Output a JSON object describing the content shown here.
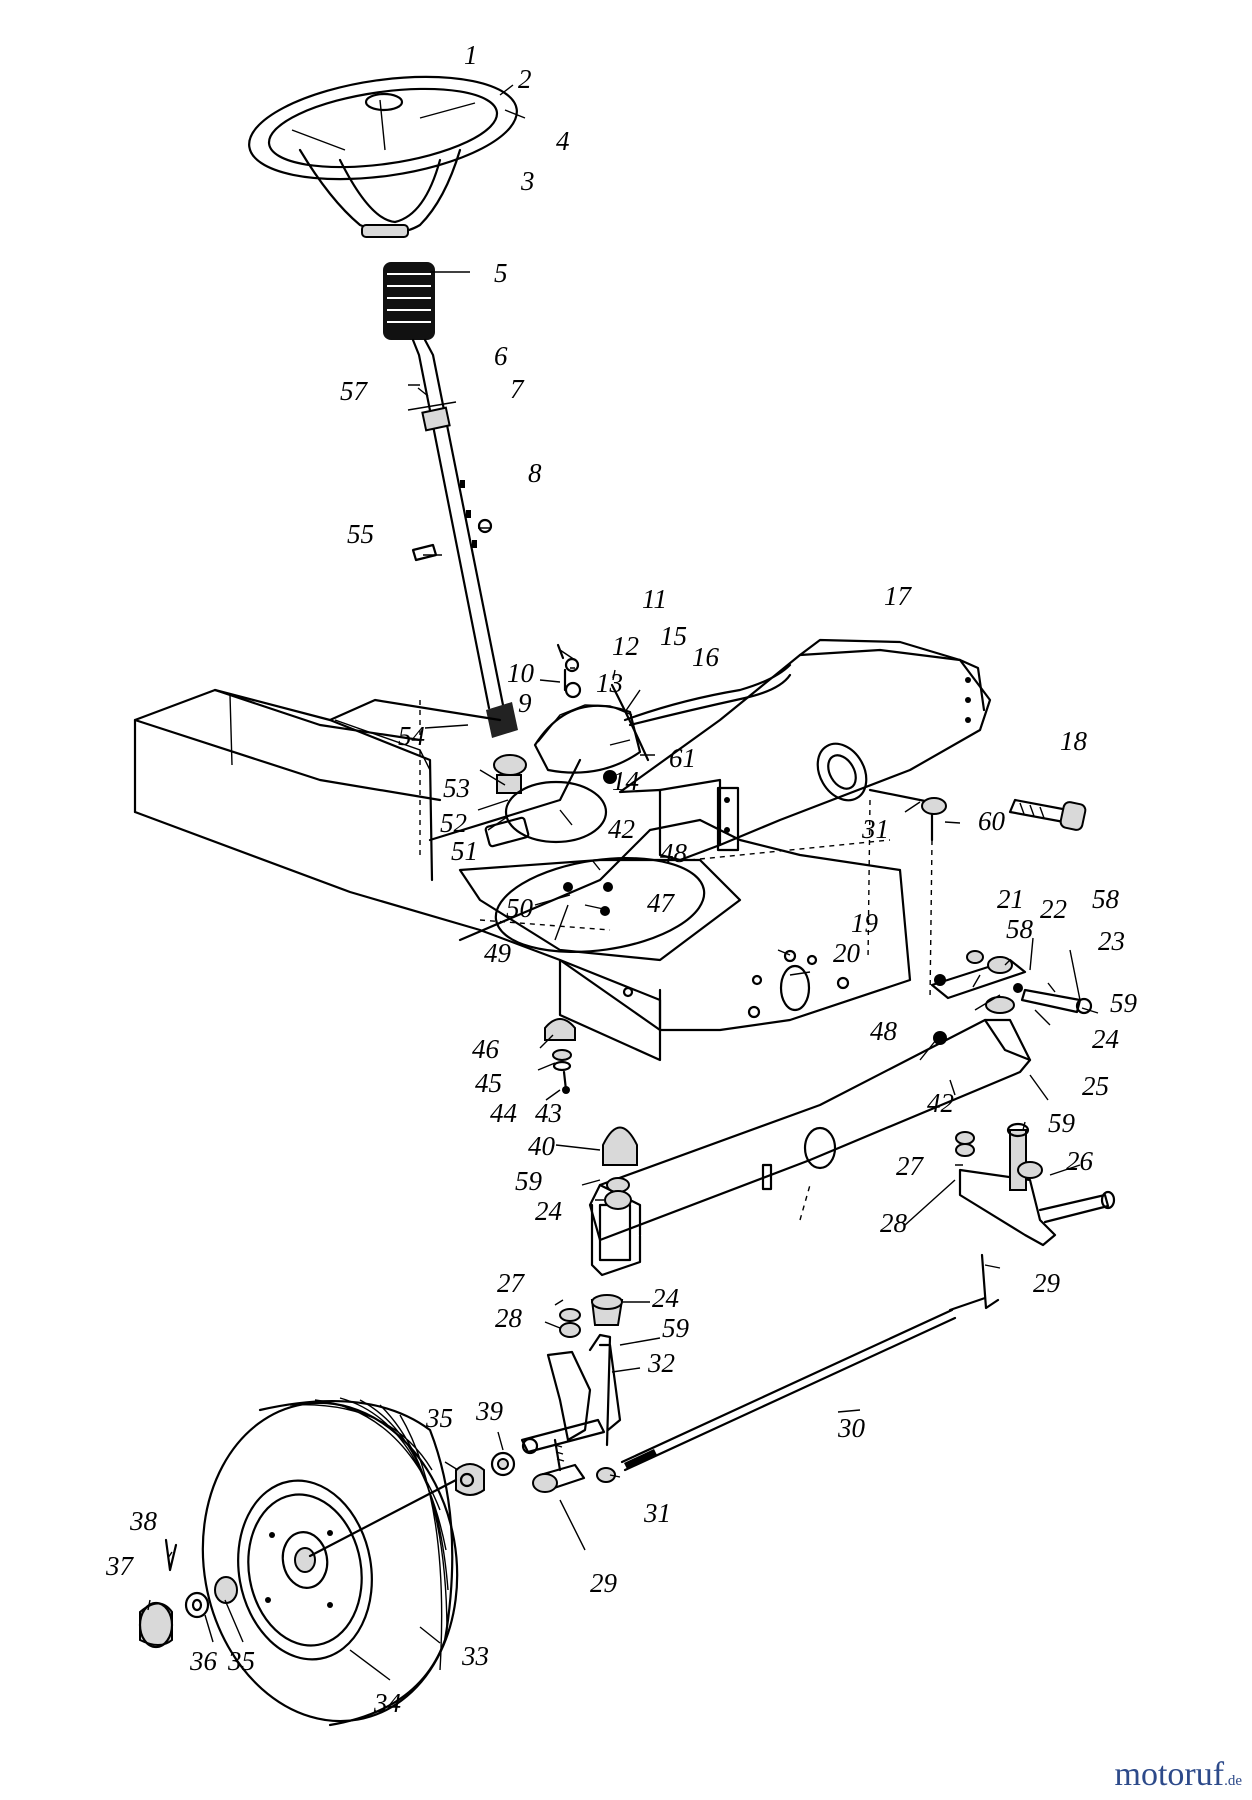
{
  "diagram": {
    "callouts": [
      {
        "id": "c1",
        "label": "1"
      },
      {
        "id": "c2",
        "label": "2"
      },
      {
        "id": "c3",
        "label": "3"
      },
      {
        "id": "c4",
        "label": "4"
      },
      {
        "id": "c5",
        "label": "5"
      },
      {
        "id": "c6",
        "label": "6"
      },
      {
        "id": "c7",
        "label": "7"
      },
      {
        "id": "c57",
        "label": "57"
      },
      {
        "id": "c8",
        "label": "8"
      },
      {
        "id": "c55",
        "label": "55"
      },
      {
        "id": "c11",
        "label": "11"
      },
      {
        "id": "c17",
        "label": "17"
      },
      {
        "id": "c12",
        "label": "12"
      },
      {
        "id": "c15",
        "label": "15"
      },
      {
        "id": "c16",
        "label": "16"
      },
      {
        "id": "c10",
        "label": "10"
      },
      {
        "id": "c13",
        "label": "13"
      },
      {
        "id": "c9",
        "label": "9"
      },
      {
        "id": "c54",
        "label": "54"
      },
      {
        "id": "c61",
        "label": "61"
      },
      {
        "id": "c18",
        "label": "18"
      },
      {
        "id": "c53",
        "label": "53"
      },
      {
        "id": "c14",
        "label": "14"
      },
      {
        "id": "c52",
        "label": "52"
      },
      {
        "id": "c42a",
        "label": "42"
      },
      {
        "id": "c51",
        "label": "51"
      },
      {
        "id": "c31a",
        "label": "31"
      },
      {
        "id": "c60",
        "label": "60"
      },
      {
        "id": "c48a",
        "label": "48"
      },
      {
        "id": "c50",
        "label": "50"
      },
      {
        "id": "c47",
        "label": "47"
      },
      {
        "id": "c49",
        "label": "49"
      },
      {
        "id": "c19",
        "label": "19"
      },
      {
        "id": "c20",
        "label": "20"
      },
      {
        "id": "c21",
        "label": "21"
      },
      {
        "id": "c58a",
        "label": "58"
      },
      {
        "id": "c22",
        "label": "22"
      },
      {
        "id": "c58b",
        "label": "58"
      },
      {
        "id": "c23",
        "label": "23"
      },
      {
        "id": "c59a",
        "label": "59"
      },
      {
        "id": "c48b",
        "label": "48"
      },
      {
        "id": "c24a",
        "label": "24"
      },
      {
        "id": "c46",
        "label": "46"
      },
      {
        "id": "c25",
        "label": "25"
      },
      {
        "id": "c45",
        "label": "45"
      },
      {
        "id": "c42b",
        "label": "42"
      },
      {
        "id": "c44",
        "label": "44"
      },
      {
        "id": "c43",
        "label": "43"
      },
      {
        "id": "c59b",
        "label": "59"
      },
      {
        "id": "c40",
        "label": "40"
      },
      {
        "id": "c27a",
        "label": "27"
      },
      {
        "id": "c26",
        "label": "26"
      },
      {
        "id": "c59c",
        "label": "59"
      },
      {
        "id": "c24b",
        "label": "24"
      },
      {
        "id": "c28a",
        "label": "28"
      },
      {
        "id": "c29a",
        "label": "29"
      },
      {
        "id": "c27b",
        "label": "27"
      },
      {
        "id": "c24c",
        "label": "24"
      },
      {
        "id": "c28b",
        "label": "28"
      },
      {
        "id": "c59d",
        "label": "59"
      },
      {
        "id": "c32",
        "label": "32"
      },
      {
        "id": "c30",
        "label": "30"
      },
      {
        "id": "c35a",
        "label": "35"
      },
      {
        "id": "c39",
        "label": "39"
      },
      {
        "id": "c38",
        "label": "38"
      },
      {
        "id": "c31b",
        "label": "31"
      },
      {
        "id": "c37",
        "label": "37"
      },
      {
        "id": "c29b",
        "label": "29"
      },
      {
        "id": "c36",
        "label": "36"
      },
      {
        "id": "c35b",
        "label": "35"
      },
      {
        "id": "c33",
        "label": "33"
      },
      {
        "id": "c34",
        "label": "34"
      }
    ]
  },
  "watermark": {
    "brand": "motoruf",
    "suffix": ".de"
  }
}
